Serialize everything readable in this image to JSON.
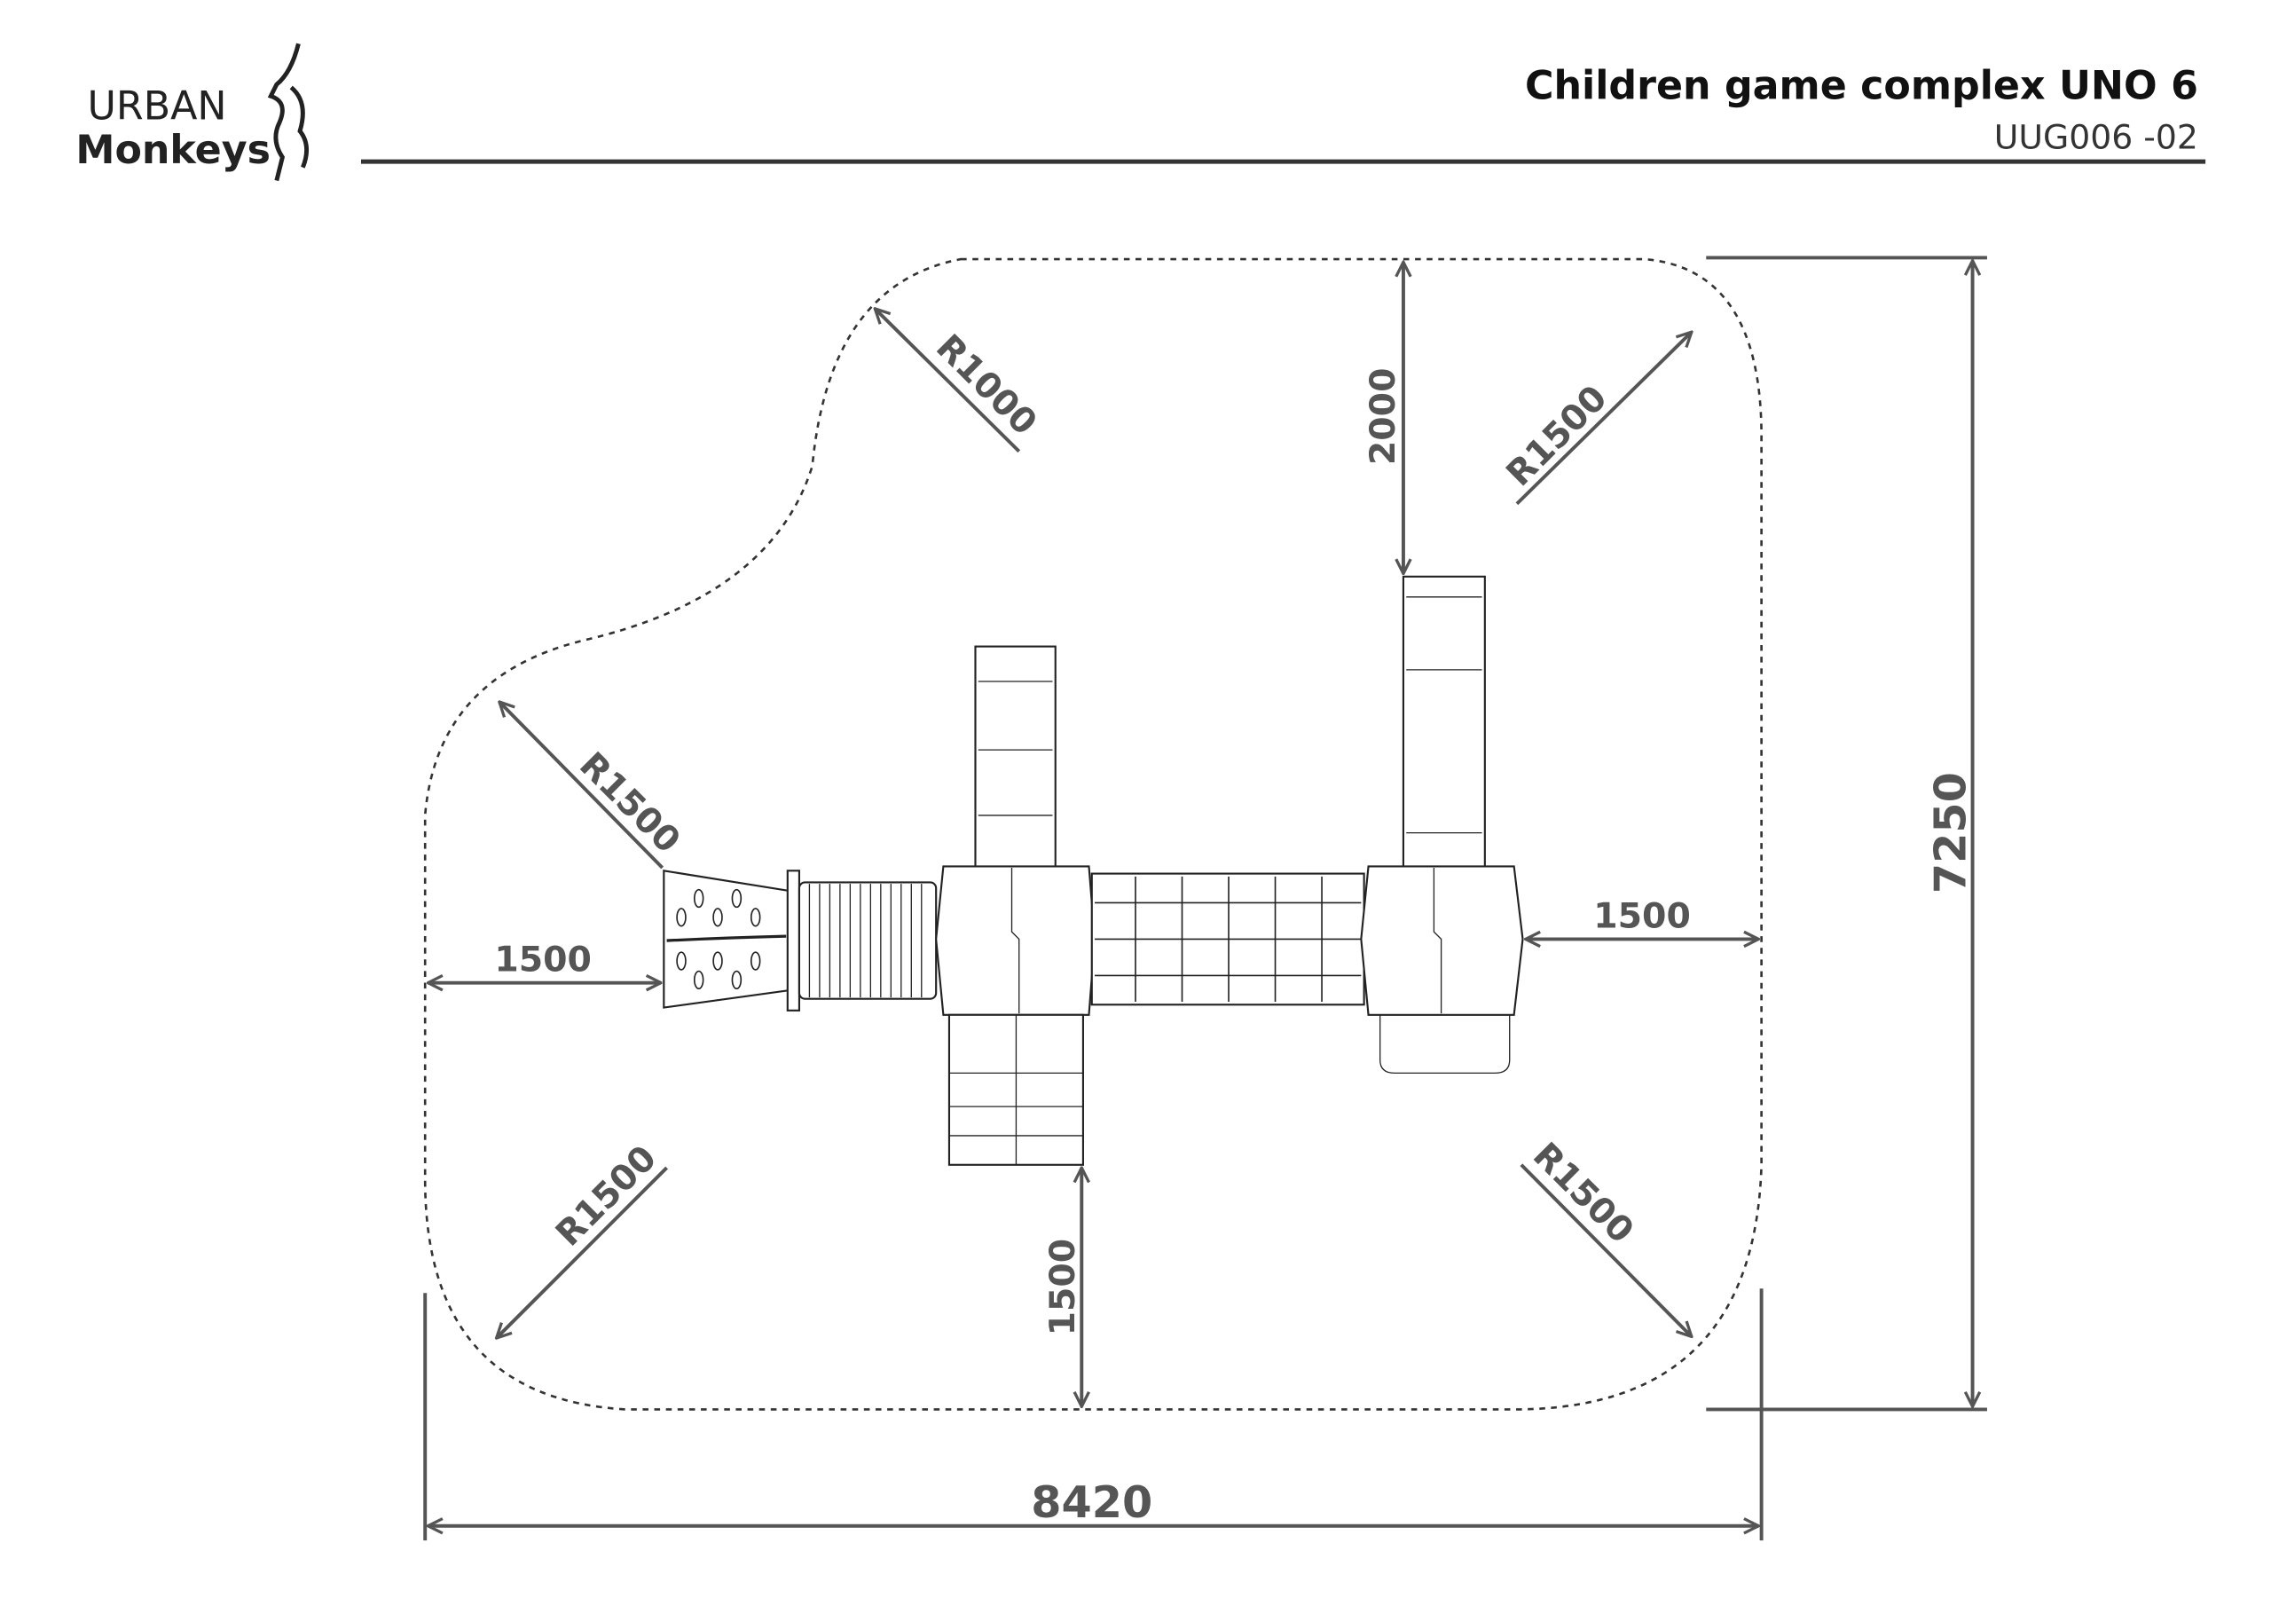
{
  "header": {
    "logo_line1": "URBAN",
    "logo_line2": "Monkeys",
    "title": "Children game complex UNO 6",
    "code": "UUG006 -02"
  },
  "dimensions": {
    "overall_width": "8420",
    "overall_depth": "7250",
    "top_clearance": "2000",
    "left_clearance": "1500",
    "right_clearance": "1500",
    "bottom_clearance": "1500",
    "radius_top_left": "R1000",
    "radius_top_right": "R1500",
    "radius_mid_left": "R1500",
    "radius_bottom_left": "R1500",
    "radius_bottom_right": "R1500"
  }
}
